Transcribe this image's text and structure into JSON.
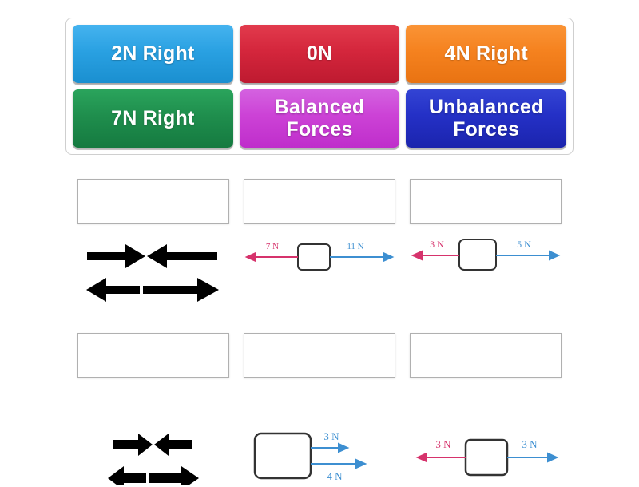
{
  "tray": {
    "tiles": [
      {
        "label": "2N Right",
        "color": "#2aa1e2",
        "theme": "blue",
        "name": "tile-2n-right"
      },
      {
        "label": "0N",
        "color": "#d4263c",
        "theme": "red",
        "name": "tile-0n"
      },
      {
        "label": "4N Right",
        "color": "#f5821f",
        "theme": "orange",
        "name": "tile-4n-right"
      },
      {
        "label": "7N Right",
        "color": "#1f8e4d",
        "theme": "green",
        "name": "tile-7n-right"
      },
      {
        "label": "Balanced\nForces",
        "color": "#cc42d6",
        "theme": "purple",
        "name": "tile-balanced-forces"
      },
      {
        "label": "Unbalanced\nForces",
        "color": "#2430c6",
        "theme": "navy",
        "name": "tile-unbalanced-forces"
      }
    ]
  },
  "answers": {
    "dropzone_placeholder": "",
    "cells": [
      {
        "name": "answer-cell-1",
        "diagram_type": "black-arrow-pair",
        "diagram_description": "Top: two equal black arrows pointing toward each other. Bottom: short black left arrow and long black right arrow.",
        "labels": []
      },
      {
        "name": "answer-cell-2",
        "diagram_type": "box-two-arrows-opposite",
        "diagram_description": "Box with left arrow labelled 7 N and right arrow labelled 11 N.",
        "labels": [
          {
            "text": "7 N",
            "direction": "left",
            "color": "#d6336c"
          },
          {
            "text": "11 N",
            "direction": "right",
            "color": "#3d8fd1"
          }
        ]
      },
      {
        "name": "answer-cell-3",
        "diagram_type": "box-two-arrows-opposite",
        "diagram_description": "Box with left arrow labelled 3 N and right arrow labelled 5 N.",
        "labels": [
          {
            "text": "3 N",
            "direction": "left",
            "color": "#d6336c"
          },
          {
            "text": "5 N",
            "direction": "right",
            "color": "#3d8fd1"
          }
        ]
      },
      {
        "name": "answer-cell-4",
        "diagram_type": "black-arrow-pair-small",
        "diagram_description": "Top: two short equal black arrows pointing toward each other. Bottom: short black left arrow and longer black right arrow.",
        "labels": []
      },
      {
        "name": "answer-cell-5",
        "diagram_type": "box-two-arrows-same-direction",
        "diagram_description": "Box with two blue arrows pointing right, labelled 3 N and 4 N.",
        "labels": [
          {
            "text": "3 N",
            "direction": "right",
            "color": "#3d8fd1"
          },
          {
            "text": "4 N",
            "direction": "right",
            "color": "#3d8fd1"
          }
        ]
      },
      {
        "name": "answer-cell-6",
        "diagram_type": "box-two-arrows-opposite",
        "diagram_description": "Box with left arrow labelled 3 N and right arrow labelled 3 N.",
        "labels": [
          {
            "text": "3 N",
            "direction": "left",
            "color": "#d6336c"
          },
          {
            "text": "3 N",
            "direction": "right",
            "color": "#3d8fd1"
          }
        ]
      }
    ]
  },
  "colors": {
    "page_background": "#ffffff",
    "tray_border": "#cfcfcf",
    "dropzone_border": "#b0b0b0",
    "arrow_black": "#000000",
    "arrow_pink": "#d6336c",
    "arrow_blue": "#3d8fd1",
    "box_outline": "#333333",
    "tile_text": "#ffffff"
  }
}
